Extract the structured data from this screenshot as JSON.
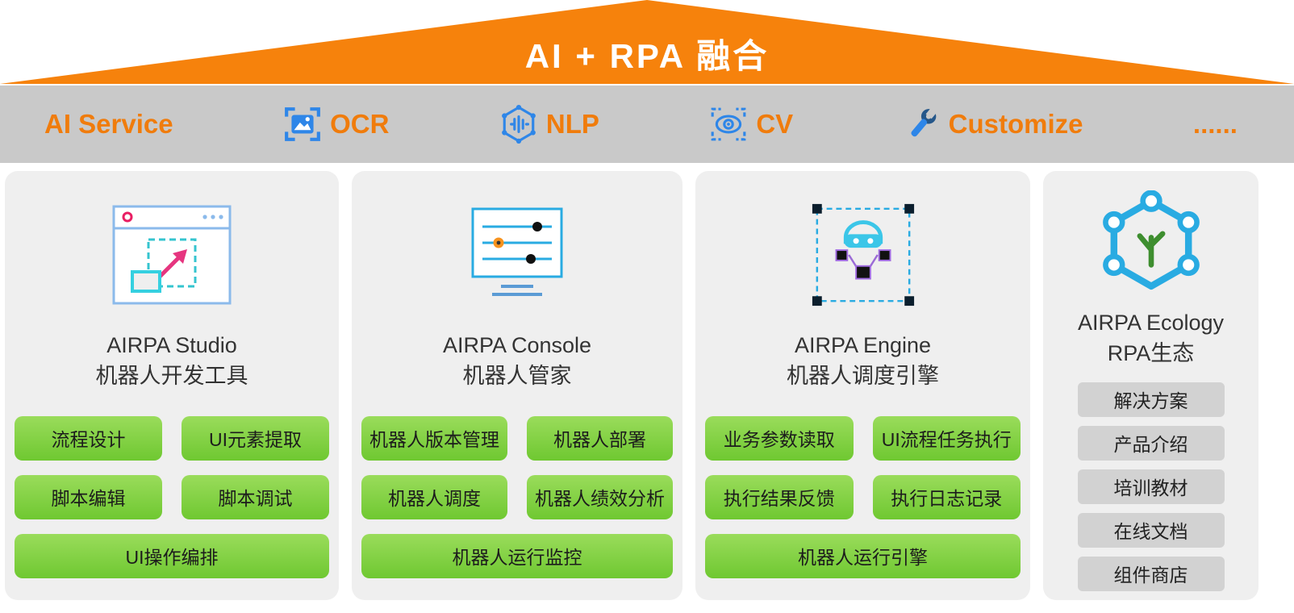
{
  "roof": {
    "title": "AI + RPA 融合"
  },
  "colors": {
    "accent_orange": "#F6820C",
    "bar_bg": "#C9C9C9",
    "panel_bg": "#EFEFEF",
    "green_top": "#9ADC5B",
    "green_bottom": "#6FC831",
    "gray_button": "#D2D2D2",
    "icon_blue": "#2E86E8"
  },
  "ai_bar": {
    "items": [
      {
        "label": "AI Service",
        "icon": ""
      },
      {
        "label": "OCR",
        "icon": "ocr-image-icon"
      },
      {
        "label": "NLP",
        "icon": "nlp-network-icon"
      },
      {
        "label": "CV",
        "icon": "cv-eye-icon"
      },
      {
        "label": "Customize",
        "icon": "wrench-icon"
      },
      {
        "label": "......",
        "icon": ""
      }
    ]
  },
  "columns": [
    {
      "title_en": "AIRPA Studio",
      "title_zh": "机器人开发工具",
      "icon": "studio-window-icon",
      "buttons": [
        "流程设计",
        "UI元素提取",
        "脚本编辑",
        "脚本调试"
      ],
      "wide_button": "UI操作编排"
    },
    {
      "title_en": "AIRPA Console",
      "title_zh": "机器人管家",
      "icon": "console-sliders-icon",
      "buttons": [
        "机器人版本管理",
        "机器人部署",
        "机器人调度",
        "机器人绩效分析"
      ],
      "wide_button": "机器人运行监控"
    },
    {
      "title_en": "AIRPA Engine",
      "title_zh": "机器人调度引擎",
      "icon": "engine-robot-icon",
      "buttons": [
        "业务参数读取",
        "UI流程任务执行",
        "执行结果反馈",
        "执行日志记录"
      ],
      "wide_button": "机器人运行引擎"
    },
    {
      "title_en": "AIRPA Ecology",
      "title_zh": "RPA生态",
      "icon": "ecology-network-icon",
      "links": [
        "解决方案",
        "产品介绍",
        "培训教材",
        "在线文档",
        "组件商店"
      ]
    }
  ]
}
